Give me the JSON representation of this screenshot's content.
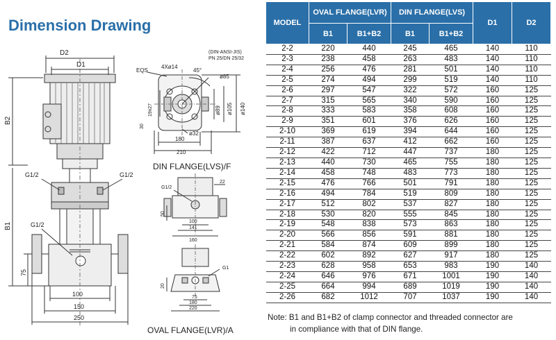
{
  "title": "Dimension Drawing",
  "drawing": {
    "labels": {
      "d2": "D2",
      "d1": "D1",
      "b2": "B2",
      "b1": "B1",
      "g1_left": "G1/2",
      "g1_right": "G1/2",
      "g1_mid": "G1/2",
      "dim_75": "75",
      "dim_100": "100",
      "dim_150": "150",
      "dim_250": "250"
    },
    "din_flange": {
      "caption": "DIN FLANGE(LVS)/F",
      "standard_line1": "(DIN-ANSI-JIS)",
      "standard_line2": "PN 25/DN 25/32",
      "eqs": "EQS",
      "holes": "4Xø14",
      "angle": "45°",
      "d85": "ø85",
      "d89": "ø89",
      "d105": "ø105",
      "d140": "ø140",
      "d32": "ø32",
      "d19x27": "19x27",
      "dim_30": "30",
      "dim_180": "180",
      "dim_210": "210"
    },
    "oval_flange": {
      "caption": "OVAL FLANGE(LVR)/A",
      "g12": "G1/2",
      "g1": "G1",
      "dim_22": "22",
      "dim_50": "50",
      "dim_100": "100",
      "dim_141": "141",
      "dim_160": "160",
      "dim_20": "20",
      "dim_75": "75",
      "dim_180": "180",
      "dim_220": "220"
    }
  },
  "table": {
    "headers": {
      "model": "MODEL",
      "oval": "OVAL FLANGE(LVR)",
      "din": "DIN FLANGE(LVS)",
      "d1": "D1",
      "d2": "D2",
      "b1": "B1",
      "b1b2": "B1+B2"
    },
    "rows": [
      [
        "2-2",
        "220",
        "440",
        "245",
        "465",
        "140",
        "110"
      ],
      [
        "2-3",
        "238",
        "458",
        "263",
        "483",
        "140",
        "110"
      ],
      [
        "2-4",
        "256",
        "476",
        "281",
        "501",
        "140",
        "110"
      ],
      [
        "2-5",
        "274",
        "494",
        "299",
        "519",
        "140",
        "110"
      ],
      [
        "2-6",
        "297",
        "547",
        "322",
        "572",
        "160",
        "125"
      ],
      [
        "2-7",
        "315",
        "565",
        "340",
        "590",
        "160",
        "125"
      ],
      [
        "2-8",
        "333",
        "583",
        "358",
        "608",
        "160",
        "125"
      ],
      [
        "2-9",
        "351",
        "601",
        "376",
        "626",
        "160",
        "125"
      ],
      [
        "2-10",
        "369",
        "619",
        "394",
        "644",
        "160",
        "125"
      ],
      [
        "2-11",
        "387",
        "637",
        "412",
        "662",
        "160",
        "125"
      ],
      [
        "2-12",
        "422",
        "712",
        "447",
        "737",
        "180",
        "125"
      ],
      [
        "2-13",
        "440",
        "730",
        "465",
        "755",
        "180",
        "125"
      ],
      [
        "2-14",
        "458",
        "748",
        "483",
        "773",
        "180",
        "125"
      ],
      [
        "2-15",
        "476",
        "766",
        "501",
        "791",
        "180",
        "125"
      ],
      [
        "2-16",
        "494",
        "784",
        "519",
        "809",
        "180",
        "125"
      ],
      [
        "2-17",
        "512",
        "802",
        "537",
        "827",
        "180",
        "125"
      ],
      [
        "2-18",
        "530",
        "820",
        "555",
        "845",
        "180",
        "125"
      ],
      [
        "2-19",
        "548",
        "838",
        "573",
        "863",
        "180",
        "125"
      ],
      [
        "2-20",
        "566",
        "856",
        "591",
        "881",
        "180",
        "125"
      ],
      [
        "2-21",
        "584",
        "874",
        "609",
        "899",
        "180",
        "125"
      ],
      [
        "2-22",
        "602",
        "892",
        "627",
        "917",
        "180",
        "125"
      ],
      [
        "2-23",
        "628",
        "958",
        "653",
        "983",
        "190",
        "140"
      ],
      [
        "2-24",
        "646",
        "976",
        "671",
        "1001",
        "190",
        "140"
      ],
      [
        "2-25",
        "664",
        "994",
        "689",
        "1019",
        "190",
        "140"
      ],
      [
        "2-26",
        "682",
        "1012",
        "707",
        "1037",
        "190",
        "140"
      ]
    ]
  },
  "note": {
    "line1": "Note: B1 and B1+B2 of clamp connector and threaded connector are",
    "line2": "in compliance with that of DIN flange."
  },
  "colors": {
    "accent": "#2a6fa8"
  }
}
